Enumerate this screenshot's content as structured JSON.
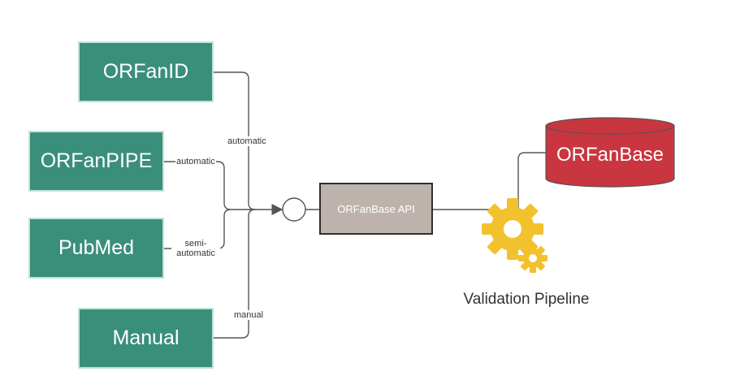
{
  "sources": [
    {
      "name": "ORFanID"
    },
    {
      "name": "ORFanPIPE"
    },
    {
      "name": "PubMed"
    },
    {
      "name": "Manual"
    }
  ],
  "connection_labels": {
    "orfanid": "automatic",
    "orfanpipe": "automatic",
    "pubmed_line1": "semi-",
    "pubmed_line2": "automatic",
    "manual": "manual"
  },
  "api": {
    "label": "ORFanBase API"
  },
  "database": {
    "label": "ORFanBase"
  },
  "pipeline": {
    "label": "Validation Pipeline"
  },
  "colors": {
    "source_fill": "#3a8f7b",
    "api_fill": "#bdb3ac",
    "database_fill": "#c9363f",
    "gear_fill": "#f2c12e"
  }
}
